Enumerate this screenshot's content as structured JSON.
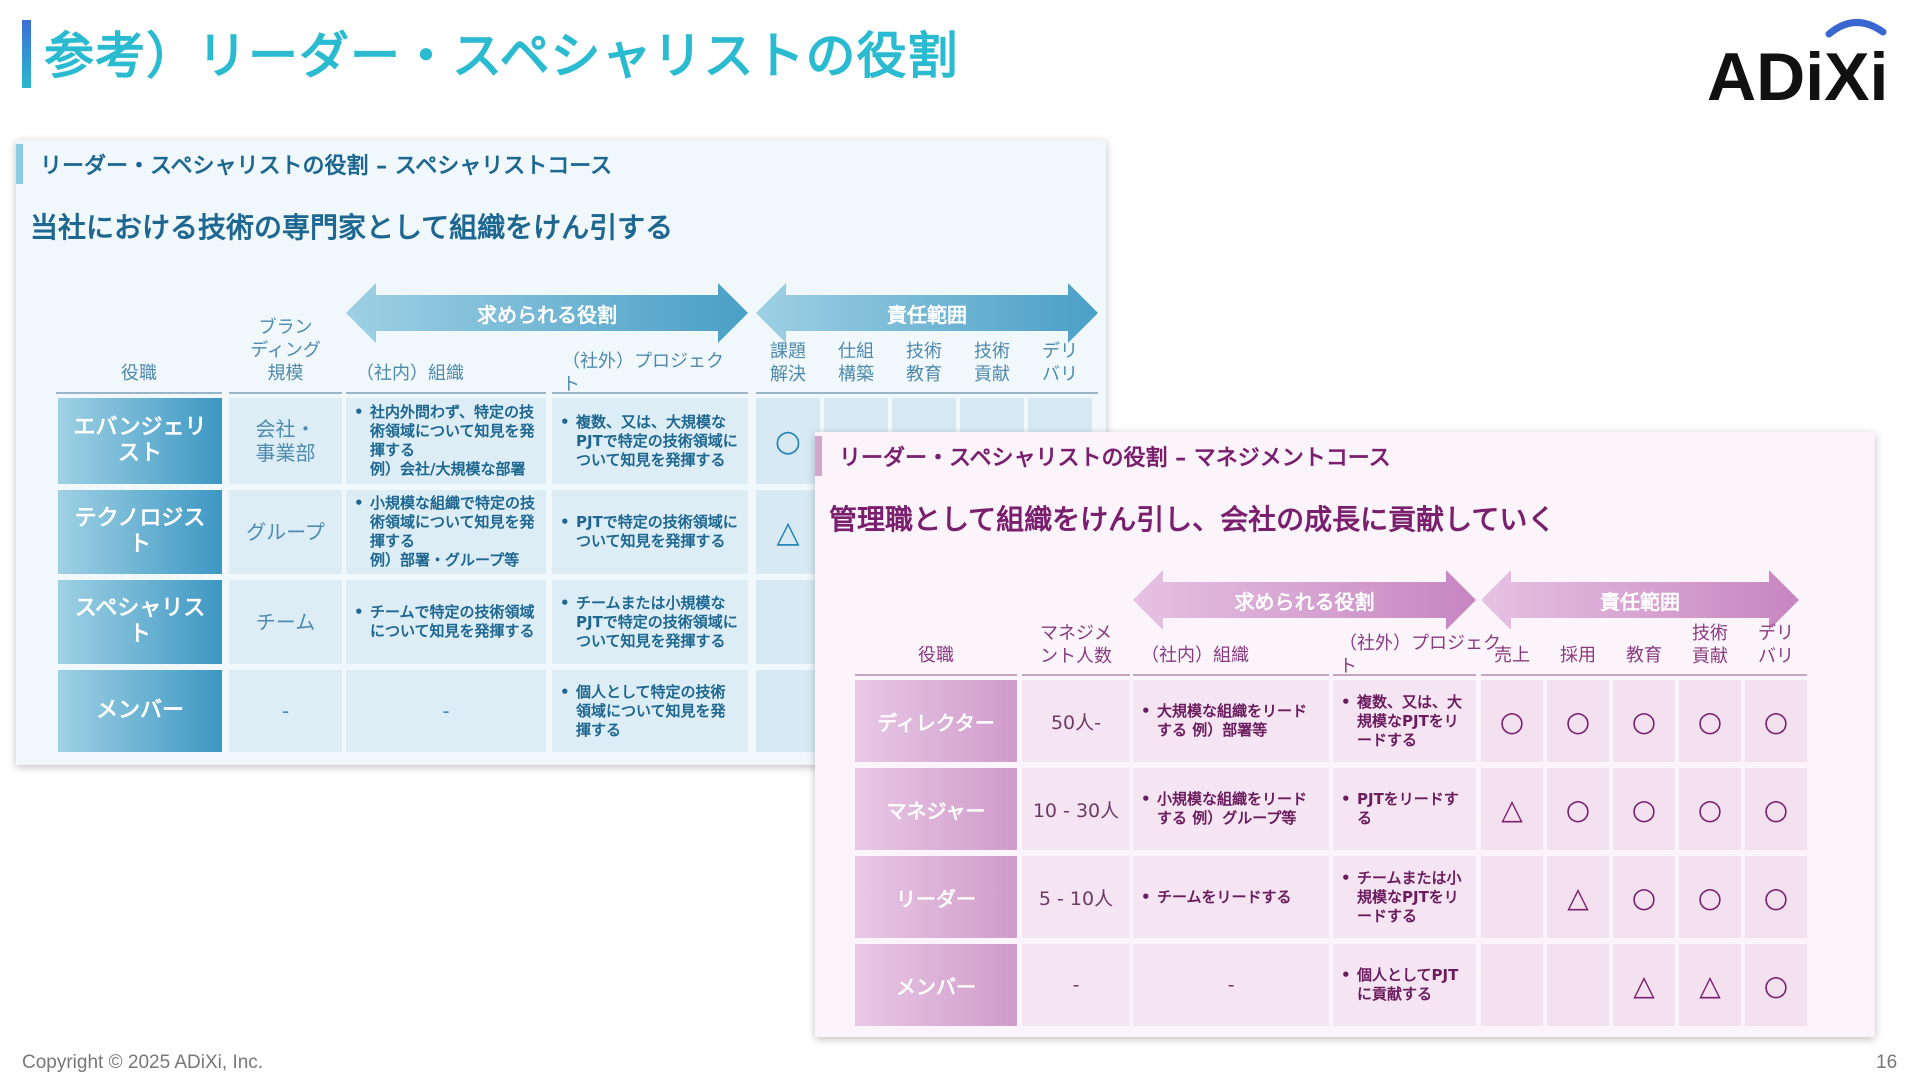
{
  "page": {
    "title": "参考）リーダー・スペシャリストの役割",
    "copyright": "Copyright © 2025 ADiXi, Inc.",
    "page_number": "16",
    "logo_text": "ADiXi"
  },
  "specialist": {
    "label": "リーダー・スペシャリストの役割 – スペシャリストコース",
    "heading": "当社における技術の専門家として組織をけん引する",
    "arrow_roles": "求められる役割",
    "arrow_scope": "責任範囲",
    "headers": {
      "role": "役職",
      "branding": "ブラン\nディング\n規模",
      "internal": "（社内）組織",
      "external": "（社外）プロジェク\nト",
      "scope": [
        "課題\n解決",
        "仕組\n構築",
        "技術\n教育",
        "技術\n貢献",
        "デリ\nバリ"
      ]
    },
    "rows": [
      {
        "role": "エバンジェリ\nスト",
        "branding": "会社・\n事業部",
        "internal": "社内外問わず、特定の技術領域について知見を発揮する\n例）会社/大規模な部署",
        "external": "複数、又は、大規模なPJTで特定の技術領域について知見を発揮する",
        "scope": "○"
      },
      {
        "role": "テクノロジス\nト",
        "branding": "グループ",
        "internal": "小規模な組織で特定の技術領域について知見を発揮する\n例）部署・グループ等",
        "external": "PJTで特定の技術領域について知見を発揮する",
        "scope": "△"
      },
      {
        "role": "スペシャリス\nト",
        "branding": "チーム",
        "internal": "チームで特定の技術領域について知見を発揮する",
        "external": "チームまたは小規模なPJTで特定の技術領域について知見を発揮する",
        "scope": ""
      },
      {
        "role": "メンバー",
        "branding": "-",
        "internal": "-",
        "external": "個人として特定の技術領域について知見を発揮する",
        "scope": ""
      }
    ]
  },
  "management": {
    "label": "リーダー・スペシャリストの役割 – マネジメントコース",
    "heading": "管理職として組織をけん引し、会社の成長に貢献していく",
    "arrow_roles": "求められる役割",
    "arrow_scope": "責任範囲",
    "headers": {
      "role": "役職",
      "count": "マネジメ\nント人数",
      "internal": "（社内）組織",
      "external": "（社外）プロジェク\nト",
      "scope": [
        "売上",
        "採用",
        "教育",
        "技術\n貢献",
        "デリ\nバリ"
      ]
    },
    "rows": [
      {
        "role": "ディレクター",
        "count": "50人-",
        "internal": "大規模な組織をリードする 例）部署等",
        "external": "複数、又は、大規模なPJTをリードする",
        "scope": [
          "○",
          "○",
          "○",
          "○",
          "○"
        ]
      },
      {
        "role": "マネジャー",
        "count": "10 - 30人",
        "internal": "小規模な組織をリードする 例）グループ等",
        "external": "PJTをリードする",
        "scope": [
          "△",
          "○",
          "○",
          "○",
          "○"
        ]
      },
      {
        "role": "リーダー",
        "count": "5 - 10人",
        "internal": "チームをリードする",
        "external": "チームまたは小規模なPJTをリードする",
        "scope": [
          "",
          "△",
          "○",
          "○",
          "○"
        ]
      },
      {
        "role": "メンバー",
        "count": "-",
        "internal": "-",
        "external": "個人としてPJTに貢献する",
        "scope": [
          "",
          "",
          "△",
          "△",
          "○"
        ]
      }
    ]
  }
}
